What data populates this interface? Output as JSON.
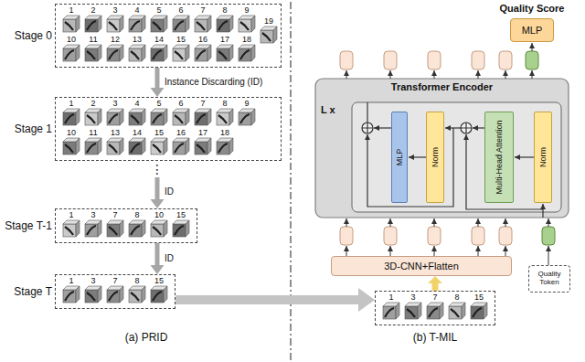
{
  "diagram": {
    "nodes": [
      {
        "text": [
          "Stage 0",
          "1",
          "2",
          "3",
          "4",
          "5",
          "6",
          "7",
          "8",
          "9",
          "10",
          "11",
          "12",
          "13",
          "14",
          "15",
          "16",
          "17",
          "18",
          "19"
        ]
      },
      {
        "text": [
          "Stage 1",
          "1",
          "2",
          "3",
          "4",
          "5",
          "6",
          "7",
          "8",
          "9",
          "10",
          "11",
          "13",
          "14",
          "15",
          "16",
          "17",
          "18"
        ]
      },
      {
        "text": [
          "Stage T-1",
          "1",
          "3",
          "7",
          "8",
          "10",
          "15"
        ]
      },
      {
        "text": [
          "Stage T",
          "1",
          "3",
          "7",
          "8",
          "15"
        ]
      },
      {
        "text": [
          "1",
          "3",
          "7",
          "8",
          "15"
        ]
      },
      {
        "text": [
          "3D-CNN+Flatten"
        ]
      },
      {
        "text": [
          "Quality Token"
        ]
      },
      {
        "text": [
          "Transformer Encoder",
          "L x"
        ]
      },
      {
        "text": [
          "MLP"
        ],
        "in": 7
      },
      {
        "text": [
          "Norm"
        ],
        "in": 7
      },
      {
        "text": [
          "Multi-Head Attention"
        ],
        "in": 7
      },
      {
        "text": [
          "Norm"
        ],
        "in": 7
      },
      {
        "text": [
          "MLP"
        ]
      }
    ],
    "edges": [
      {
        "from": 0,
        "to": 1,
        "arrow": "to",
        "label": "Instance Discarding (ID)"
      },
      {
        "from": 1,
        "to": 2,
        "arrow": "to",
        "label": "ID"
      },
      {
        "from": 2,
        "to": 3,
        "arrow": "to",
        "label": "ID"
      },
      {
        "from": 3,
        "to": 4,
        "arrow": "to"
      },
      {
        "from": 4,
        "to": 5,
        "arrow": "to"
      }
    ],
    "labels": [
      "⋮",
      "(a) PRID",
      "Quality Score",
      "(b) T-MIL"
    ]
  }
}
